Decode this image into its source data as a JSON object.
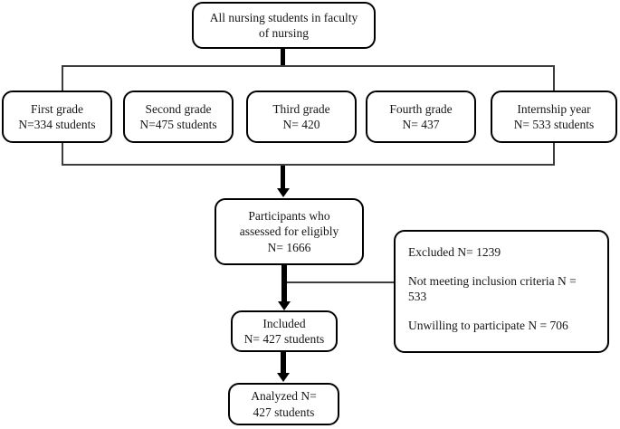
{
  "diagram": {
    "title_node": {
      "name": "all-nursing-students",
      "lines": [
        "All nursing students in faculty",
        "of nursing"
      ]
    },
    "grade_nodes": [
      {
        "name": "first-grade",
        "lines": [
          "First grade",
          "N=334 students"
        ]
      },
      {
        "name": "second-grade",
        "lines": [
          "Second grade",
          "N=475 students"
        ]
      },
      {
        "name": "third-grade",
        "lines": [
          "Third grade",
          "N= 420"
        ]
      },
      {
        "name": "fourth-grade",
        "lines": [
          "Fourth grade",
          "N= 437"
        ]
      },
      {
        "name": "internship-year",
        "lines": [
          "Internship year",
          "N= 533 students"
        ]
      }
    ],
    "eligibility_node": {
      "name": "participants-assessed",
      "lines": [
        "Participants who",
        "assessed for eligibly",
        "N= 1666"
      ]
    },
    "excluded_node": {
      "name": "excluded",
      "lines": [
        "Excluded N= 1239",
        "Not meeting inclusion criteria N = 533",
        "Unwilling to participate N = 706"
      ]
    },
    "included_node": {
      "name": "included",
      "lines": [
        "Included",
        "N= 427 students"
      ]
    },
    "analyzed_node": {
      "name": "analyzed",
      "lines": [
        "Analyzed N=",
        "427 students"
      ]
    },
    "colors": {
      "stroke": "#000000",
      "thin_stroke": "#3d3d3d",
      "background": "#ffffff",
      "text": "#161616"
    }
  }
}
